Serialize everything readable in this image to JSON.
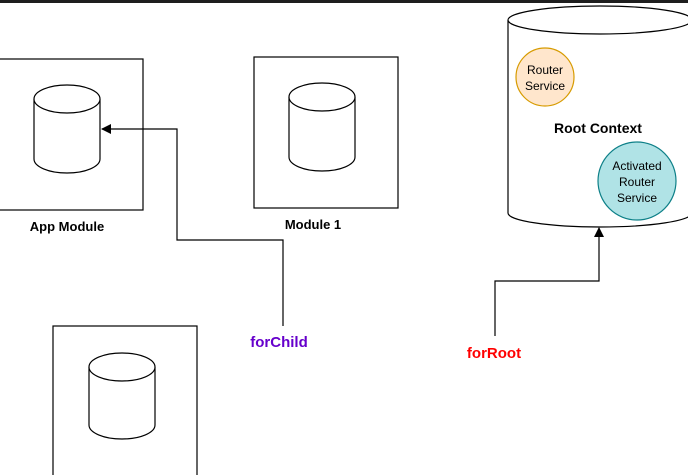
{
  "diagram": {
    "modules": [
      {
        "label": "App Module"
      },
      {
        "label": "Module 1"
      },
      {
        "label": ""
      }
    ],
    "root_context": {
      "title": "Root Context",
      "services": [
        {
          "lines": [
            "Router",
            "Service"
          ],
          "fill": "#ffe6cc",
          "stroke": "#d79b00"
        },
        {
          "lines": [
            "Activated",
            "Router",
            "Service"
          ],
          "fill": "#b0e3e6",
          "stroke": "#0e8088"
        }
      ]
    },
    "connectors": {
      "forChild": {
        "label": "forChild",
        "color": "#6600cc"
      },
      "forRoot": {
        "label": "forRoot",
        "color": "#ff0000"
      }
    }
  }
}
